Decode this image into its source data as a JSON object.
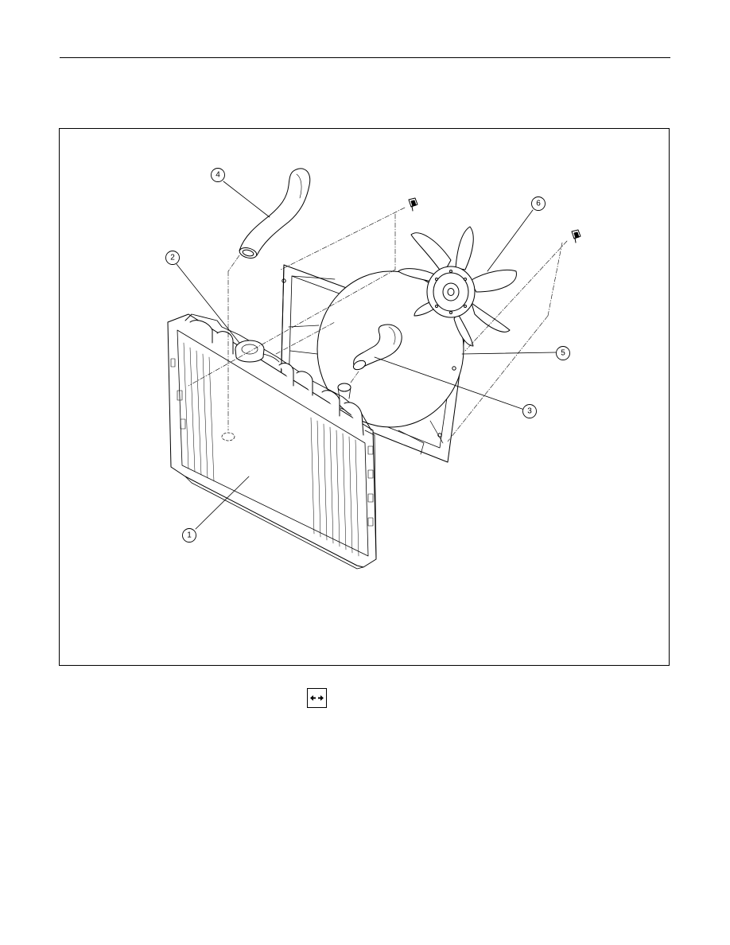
{
  "figure": {
    "callouts": [
      {
        "id": "1",
        "label": "1"
      },
      {
        "id": "2",
        "label": "2"
      },
      {
        "id": "3",
        "label": "3"
      },
      {
        "id": "4",
        "label": "4"
      },
      {
        "id": "5",
        "label": "5"
      },
      {
        "id": "6",
        "label": "6"
      }
    ]
  },
  "navigation": {
    "icon": "left-right-arrows-icon"
  },
  "colors": {
    "ink": "#000000",
    "paper": "#ffffff"
  }
}
